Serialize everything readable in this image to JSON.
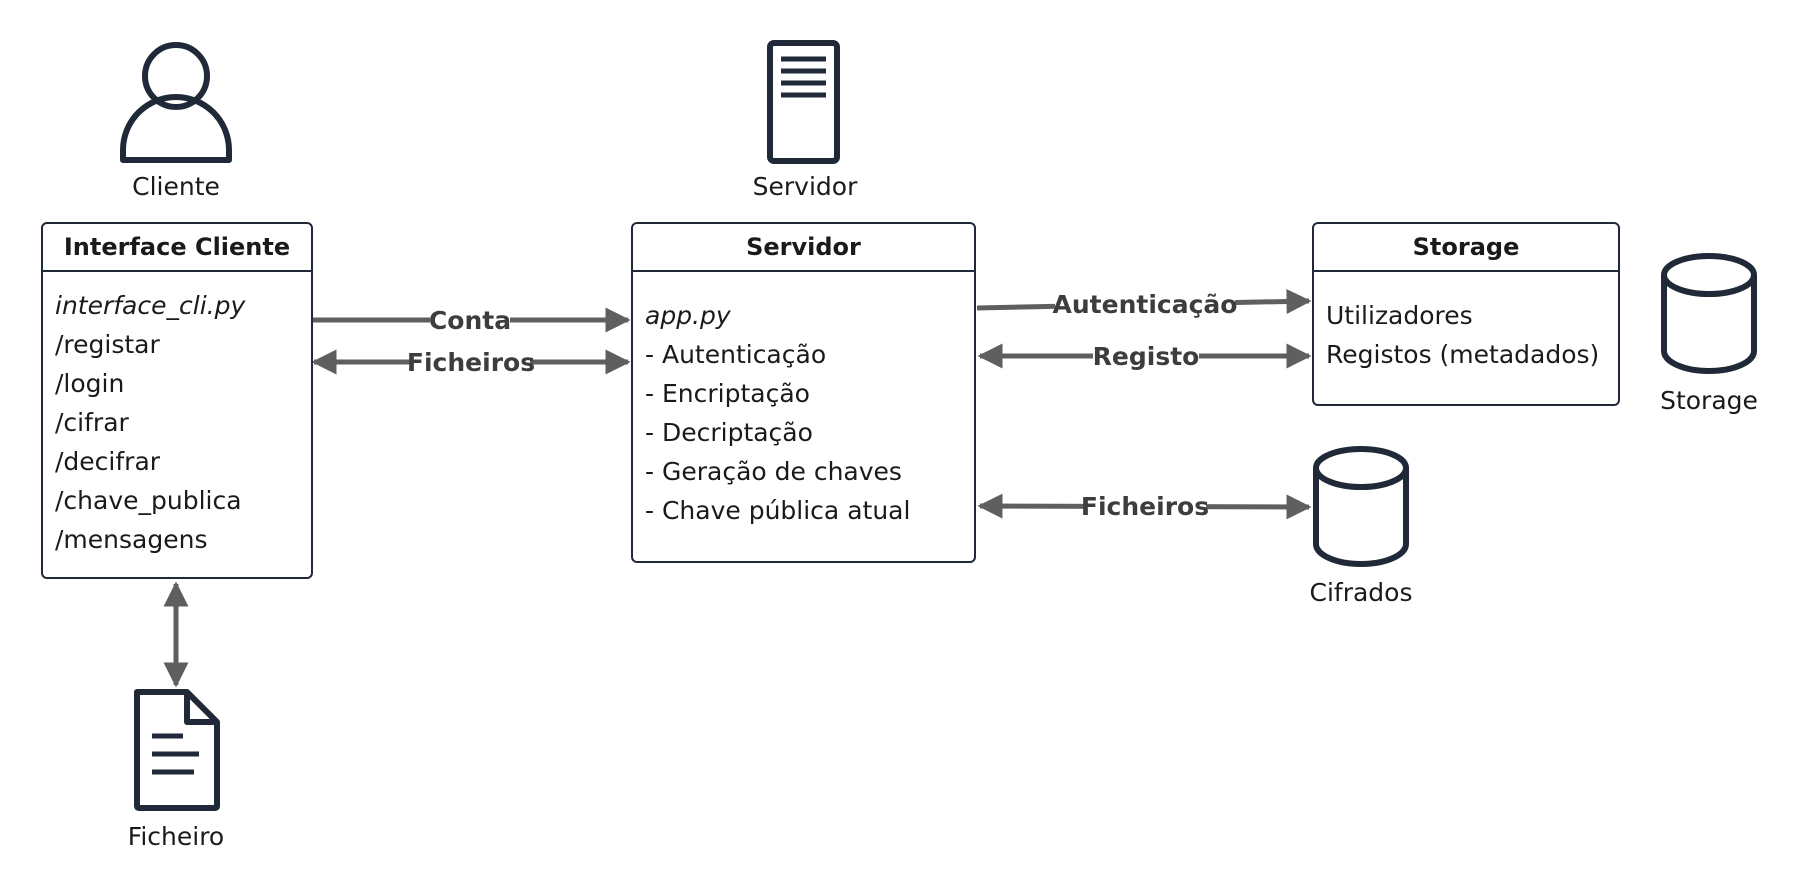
{
  "actors": {
    "cliente": "Cliente",
    "servidor": "Servidor",
    "storage": "Storage",
    "cifrados": "Cifrados",
    "ficheiro": "Ficheiro"
  },
  "interface_box": {
    "title": "Interface Cliente",
    "file": "interface_cli.py",
    "items": [
      "/registar",
      "/login",
      "/cifrar",
      "/decifrar",
      "/chave_publica",
      "/mensagens"
    ]
  },
  "server_box": {
    "title": "Servidor",
    "file": "app.py",
    "items": [
      "- Autenticação",
      "- Encriptação",
      "- Decriptação",
      "- Geração de chaves",
      "- Chave pública atual"
    ]
  },
  "storage_box": {
    "title": "Storage",
    "items": [
      "Utilizadores",
      "Registos (metadados)"
    ]
  },
  "edges": {
    "conta": "Conta",
    "ficheiros_client": "Ficheiros",
    "autenticacao": "Autenticação",
    "registo": "Registo",
    "ficheiros_cifrados": "Ficheiros"
  },
  "colors": {
    "stroke": "#1f2937",
    "arrow": "#5f5f5f"
  }
}
